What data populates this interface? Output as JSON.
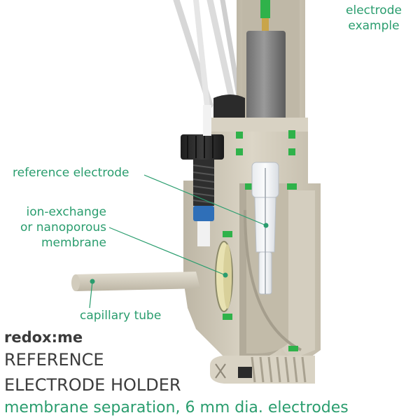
{
  "labels": {
    "electrode_example": [
      "electrode",
      "example"
    ],
    "reference_electrode": "reference electrode",
    "membrane": [
      "ion-exchange",
      "or nanoporous",
      "membrane"
    ],
    "capillary_tube": "capillary tube"
  },
  "brand": "redox:me",
  "title": [
    "REFERENCE",
    "ELECTRODE HOLDER"
  ],
  "subtitle": "membrane separation, 6 mm dia. electrodes",
  "colors": {
    "label_green": "#2a9d6e",
    "body_beige": "#cdc6b6",
    "cap_black": "#2b2b2b",
    "seal_green": "#2fb24a",
    "title_grey": "#3c3c3c"
  }
}
